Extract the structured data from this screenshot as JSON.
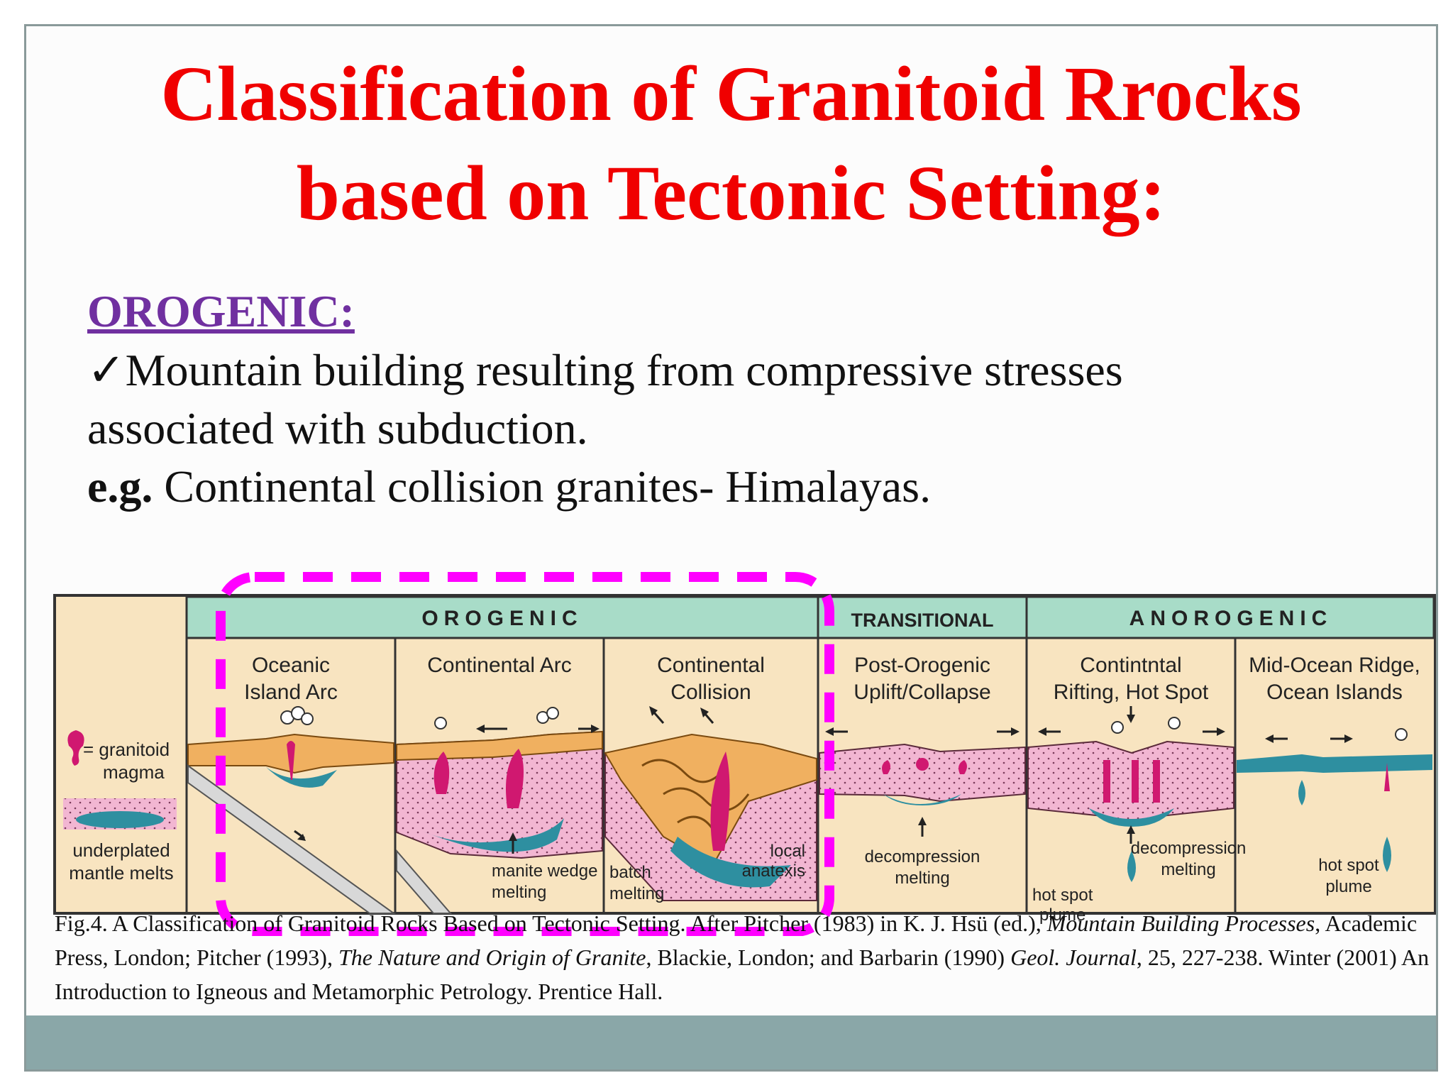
{
  "title": {
    "line1": "Classification of Granitoid Rrocks",
    "line2": "based on Tectonic Setting:"
  },
  "section": {
    "heading": "OROGENIC:",
    "checkmark": "✓",
    "point_line1": "Mountain building resulting from compressive stresses",
    "point_line2": "associated with subduction.",
    "example_prefix": "e.g.",
    "example_text": " Continental collision granites- Himalayas."
  },
  "figure": {
    "groups": {
      "orogenic": "OROGENIC",
      "transitional": "TRANSITIONAL",
      "anorogenic": "ANOROGENIC"
    },
    "legend": {
      "granitoid": "= granitoid",
      "magma": "magma",
      "underplated": "underplated",
      "mantle_melts": "mantle melts"
    },
    "panels": [
      {
        "title1": "Oceanic",
        "title2": "Island Arc"
      },
      {
        "title1": "Continental Arc",
        "title2": ""
      },
      {
        "title1": "Continental",
        "title2": "Collision"
      },
      {
        "title1": "Post-Orogenic",
        "title2": "Uplift/Collapse"
      },
      {
        "title1": "Contintntal",
        "title2": "Rifting, Hot Spot"
      },
      {
        "title1": "Mid-Ocean Ridge,",
        "title2": "Ocean Islands"
      }
    ],
    "annotations": {
      "mantle_wedge_1": "manite wedge",
      "mantle_wedge_2": "melting",
      "batch_1": "batch",
      "batch_2": "melting",
      "local_1": "local",
      "local_2": "anatexis",
      "decomp_1": "decompression",
      "decomp_2": "melting",
      "decomp_rift_1": "decompression",
      "decomp_rift_2": "melting",
      "hotspot_rift_1": "hot spot",
      "hotspot_rift_2": "plume",
      "hotspot_ocean_1": "hot spot",
      "hotspot_ocean_2": "plume"
    },
    "colors": {
      "header_band": "#a8dcc8",
      "background": "#f8e4c0",
      "crust_pink": "#f2b6d2",
      "sediment_orange": "#f0b060",
      "mantle_blue": "#2e8fa0",
      "magma": "#d01870",
      "highlight": "#ff00ff"
    }
  },
  "caption": {
    "p1": "Fig.4. A Classification of Granitoid Rocks Based on Tectonic Setting. After Pitcher (1983) in K. J. Hsü (ed.), ",
    "i1": "Mountain Building Processes",
    "p2": ", Academic Press, London; Pitcher (1993), ",
    "i2": "The Nature and Origin of Granite",
    "p3": ", Blackie, London; and Barbarin (1990) ",
    "i3": "Geol. Journal",
    "p4": ", 25, 227-238. Winter (2001) An Introduction to Igneous and Metamorphic Petrology. Prentice Hall."
  }
}
